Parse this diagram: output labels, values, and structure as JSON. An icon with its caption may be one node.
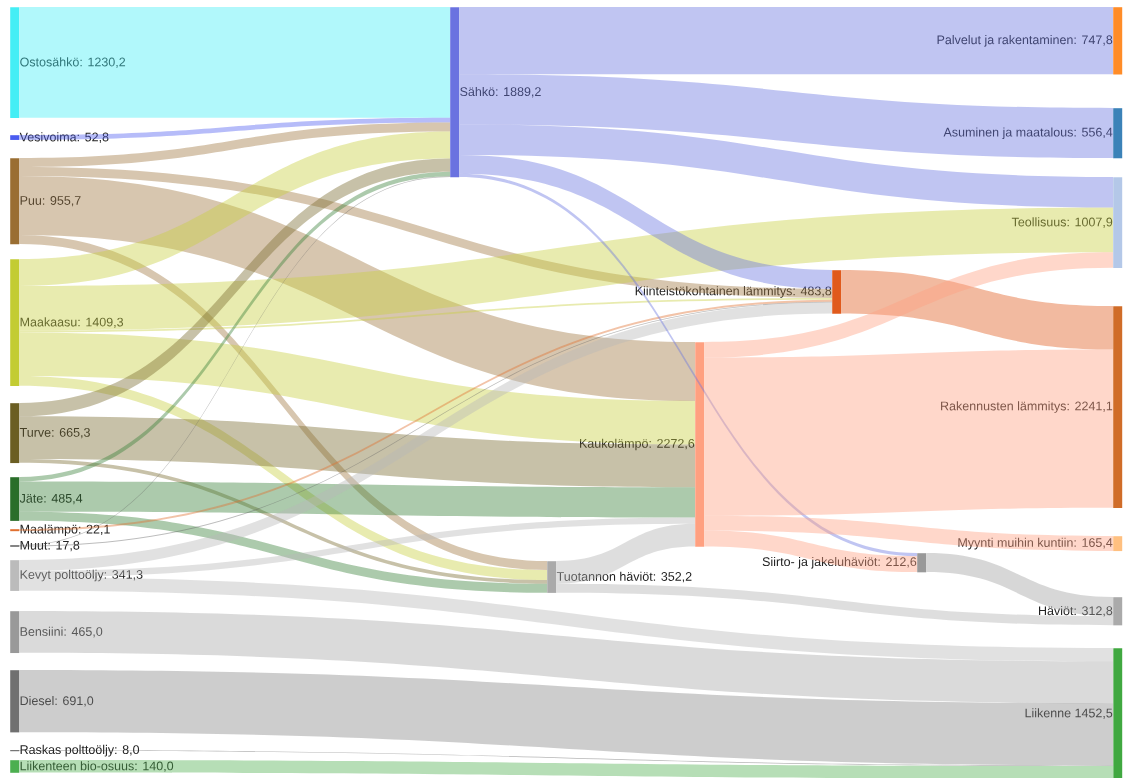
{
  "diagram": {
    "nodes": [
      {
        "text": [
          "Ostosähkö: 1230,2"
        ]
      },
      {
        "text": [
          "Vesivoima: 52,8"
        ]
      },
      {
        "text": [
          "Puu: 955,7"
        ]
      },
      {
        "text": [
          "Maakaasu: 1409,3"
        ]
      },
      {
        "text": [
          "Turve: 665,3"
        ]
      },
      {
        "text": [
          "Jäte: 485,4"
        ]
      },
      {
        "text": [
          "Maalämpö: 22,1"
        ]
      },
      {
        "text": [
          "Muut: 17,8"
        ]
      },
      {
        "text": [
          "Kevyt polttoöljy: 341,3"
        ]
      },
      {
        "text": [
          "Bensiini: 465,0"
        ]
      },
      {
        "text": [
          "Diesel: 691,0"
        ]
      },
      {
        "text": [
          "Raskas polttoöljy: 8,0"
        ]
      },
      {
        "text": [
          "Liikenteen bio-osuus: 140,0"
        ]
      },
      {
        "text": [
          "Sähkö: 1889,2"
        ]
      },
      {
        "text": [
          "Kiinteistökohtainen lämmitys: 483,8"
        ]
      },
      {
        "text": [
          "Kaukolämpö: 2272,6"
        ]
      },
      {
        "text": [
          "Tuotannon häviöt: 352,2"
        ]
      },
      {
        "text": [
          "Siirto- ja jakeluhäviöt: 212,6"
        ]
      },
      {
        "text": [
          "Palvelut ja rakentaminen: 747,8"
        ]
      },
      {
        "text": [
          "Asuminen ja maatalous: 556,4"
        ]
      },
      {
        "text": [
          "Teollisuus: 1007,9"
        ]
      },
      {
        "text": [
          "Rakennusten lämmitys: 2241,1"
        ]
      },
      {
        "text": [
          "Myynti muihin kuntiin: 165,4"
        ]
      },
      {
        "text": [
          "Häviöt: 312,8"
        ]
      },
      {
        "text": [
          "Liikenne 1452,5"
        ]
      }
    ],
    "edges": [
      {
        "from": 0,
        "to": 13,
        "arrow": "none",
        "color": "#44eef5"
      },
      {
        "from": 1,
        "to": 13,
        "arrow": "none",
        "color": "#5060f0"
      },
      {
        "from": 2,
        "to": 13,
        "arrow": "none",
        "color": "#a07840"
      },
      {
        "from": 2,
        "to": 14,
        "arrow": "none",
        "color": "#a07840"
      },
      {
        "from": 2,
        "to": 15,
        "arrow": "none",
        "color": "#a07840"
      },
      {
        "from": 2,
        "to": 16,
        "arrow": "none",
        "color": "#a07840"
      },
      {
        "from": 3,
        "to": 13,
        "arrow": "none",
        "color": "#c8d040"
      },
      {
        "from": 3,
        "to": 20,
        "arrow": "none",
        "color": "#c8d040"
      },
      {
        "from": 3,
        "to": 14,
        "arrow": "none",
        "color": "#c8d040"
      },
      {
        "from": 3,
        "to": 15,
        "arrow": "none",
        "color": "#c8d040"
      },
      {
        "from": 3,
        "to": 16,
        "arrow": "none",
        "color": "#c8d040"
      },
      {
        "from": 4,
        "to": 13,
        "arrow": "none",
        "color": "#7a6c30"
      },
      {
        "from": 4,
        "to": 15,
        "arrow": "none",
        "color": "#7a6c30"
      },
      {
        "from": 4,
        "to": 16,
        "arrow": "none",
        "color": "#7a6c30"
      },
      {
        "from": 5,
        "to": 13,
        "arrow": "none",
        "color": "#3a803a"
      },
      {
        "from": 5,
        "to": 15,
        "arrow": "none",
        "color": "#3a803a"
      },
      {
        "from": 5,
        "to": 16,
        "arrow": "none",
        "color": "#3a803a"
      },
      {
        "from": 6,
        "to": 14,
        "arrow": "none",
        "color": "#e07030"
      },
      {
        "from": 7,
        "to": 13,
        "arrow": "none",
        "color": "#606060"
      },
      {
        "from": 7,
        "to": 14,
        "arrow": "none",
        "color": "#606060"
      },
      {
        "from": 8,
        "to": 14,
        "arrow": "none",
        "color": "#b8b8b8"
      },
      {
        "from": 8,
        "to": 15,
        "arrow": "none",
        "color": "#b8b8b8"
      },
      {
        "from": 8,
        "to": 24,
        "arrow": "none",
        "color": "#b8b8b8"
      },
      {
        "from": 9,
        "to": 24,
        "arrow": "none",
        "color": "#a8a8a8"
      },
      {
        "from": 10,
        "to": 24,
        "arrow": "none",
        "color": "#888888"
      },
      {
        "from": 11,
        "to": 24,
        "arrow": "none",
        "color": "#505050"
      },
      {
        "from": 12,
        "to": 24,
        "arrow": "none",
        "color": "#50b050"
      },
      {
        "from": 13,
        "to": 18,
        "arrow": "none",
        "color": "#6a74e0"
      },
      {
        "from": 13,
        "to": 19,
        "arrow": "none",
        "color": "#6a74e0"
      },
      {
        "from": 13,
        "to": 20,
        "arrow": "none",
        "color": "#6a74e0"
      },
      {
        "from": 13,
        "to": 14,
        "arrow": "none",
        "color": "#6a74e0"
      },
      {
        "from": 13,
        "to": 17,
        "arrow": "none",
        "color": "#6a74e0"
      },
      {
        "from": 14,
        "to": 21,
        "arrow": "none",
        "color": "#e05a1c"
      },
      {
        "from": 15,
        "to": 20,
        "arrow": "none",
        "color": "#ffa080"
      },
      {
        "from": 15,
        "to": 21,
        "arrow": "none",
        "color": "#ffa080"
      },
      {
        "from": 15,
        "to": 22,
        "arrow": "none",
        "color": "#ffa080"
      },
      {
        "from": 15,
        "to": 17,
        "arrow": "none",
        "color": "#ffa080"
      },
      {
        "from": 16,
        "to": 15,
        "arrow": "none",
        "color": "#b0b0b0"
      },
      {
        "from": 16,
        "to": 23,
        "arrow": "none",
        "color": "#b0b0b0"
      },
      {
        "from": 17,
        "to": 23,
        "arrow": "none",
        "color": "#a0a0a0"
      }
    ]
  }
}
